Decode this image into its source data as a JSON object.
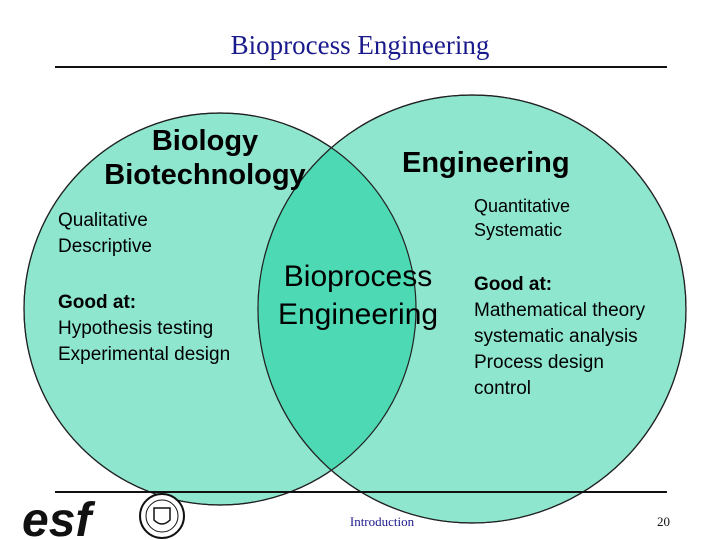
{
  "slide": {
    "title": "Bioprocess Engineering",
    "footer": "Introduction",
    "page_number": "20"
  },
  "left_circle": {
    "title_line1": "Biology",
    "title_line2": "Biotechnology",
    "traits": [
      "Qualitative",
      "Descriptive"
    ],
    "good_at_label": "Good at:",
    "good_at_items": [
      "Hypothesis testing",
      "Experimental design"
    ]
  },
  "right_circle": {
    "title": "Engineering",
    "traits": [
      "Quantitative",
      "Systematic"
    ],
    "good_at_label": "Good at:",
    "good_at_items": [
      "Mathematical theory",
      "systematic analysis",
      "Process design",
      "control"
    ]
  },
  "overlap": {
    "line1": "Bioprocess",
    "line2": "Engineering"
  },
  "colors": {
    "circle_fill": "#8ee6cf",
    "overlap_fill": "#4dd9b3",
    "outline": "#222222",
    "title_text": "#1a1a8c"
  }
}
